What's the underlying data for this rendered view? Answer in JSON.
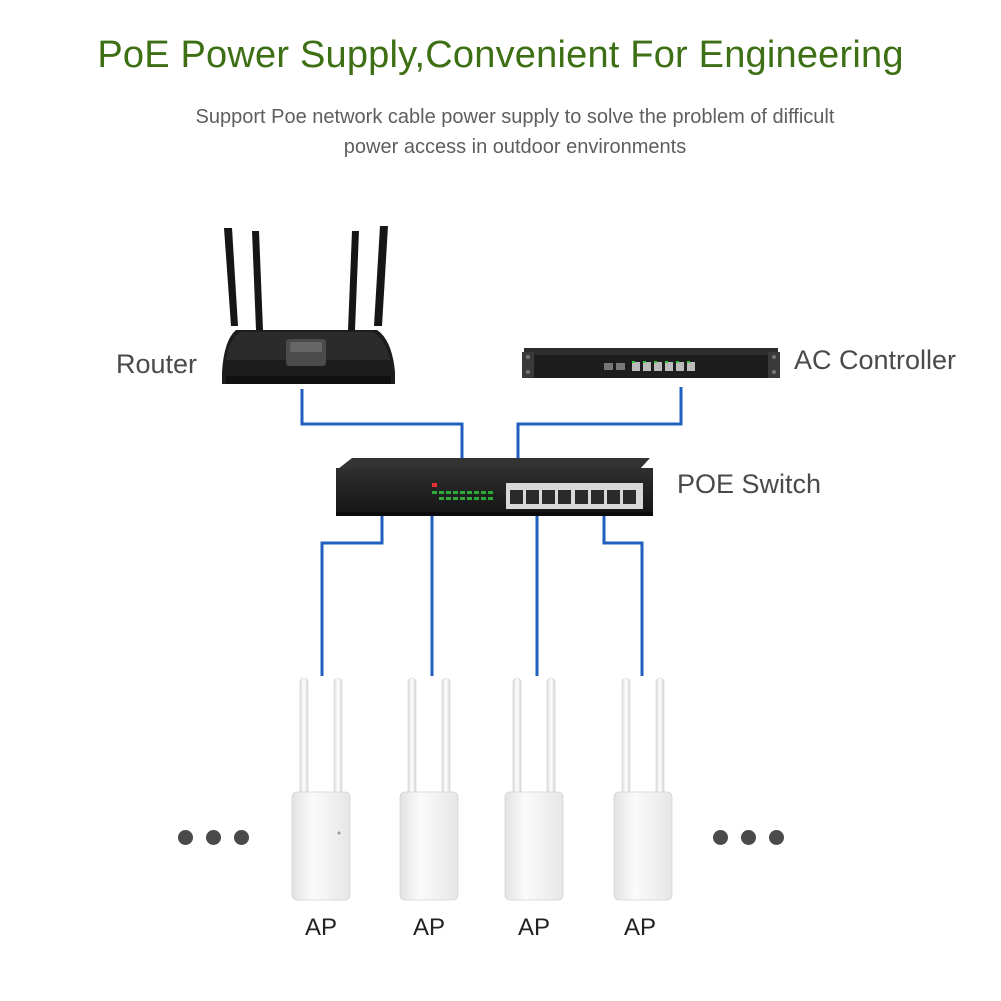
{
  "header": {
    "title": "PoE Power Supply,Convenient For Engineering",
    "subtitle_line1": "Support Poe network cable power supply to solve the problem of difficult",
    "subtitle_line2": "power access in outdoor environments"
  },
  "devices": {
    "router": "Router",
    "ac_controller": "AC Controller",
    "poe_switch": "POE Switch",
    "access_points": [
      "AP",
      "AP",
      "AP",
      "AP"
    ]
  },
  "colors": {
    "title": "#3d6f14",
    "cable": "#1f5fbf",
    "device_dark": "#1c1c1c",
    "ap_body": "#f4f4f4"
  }
}
